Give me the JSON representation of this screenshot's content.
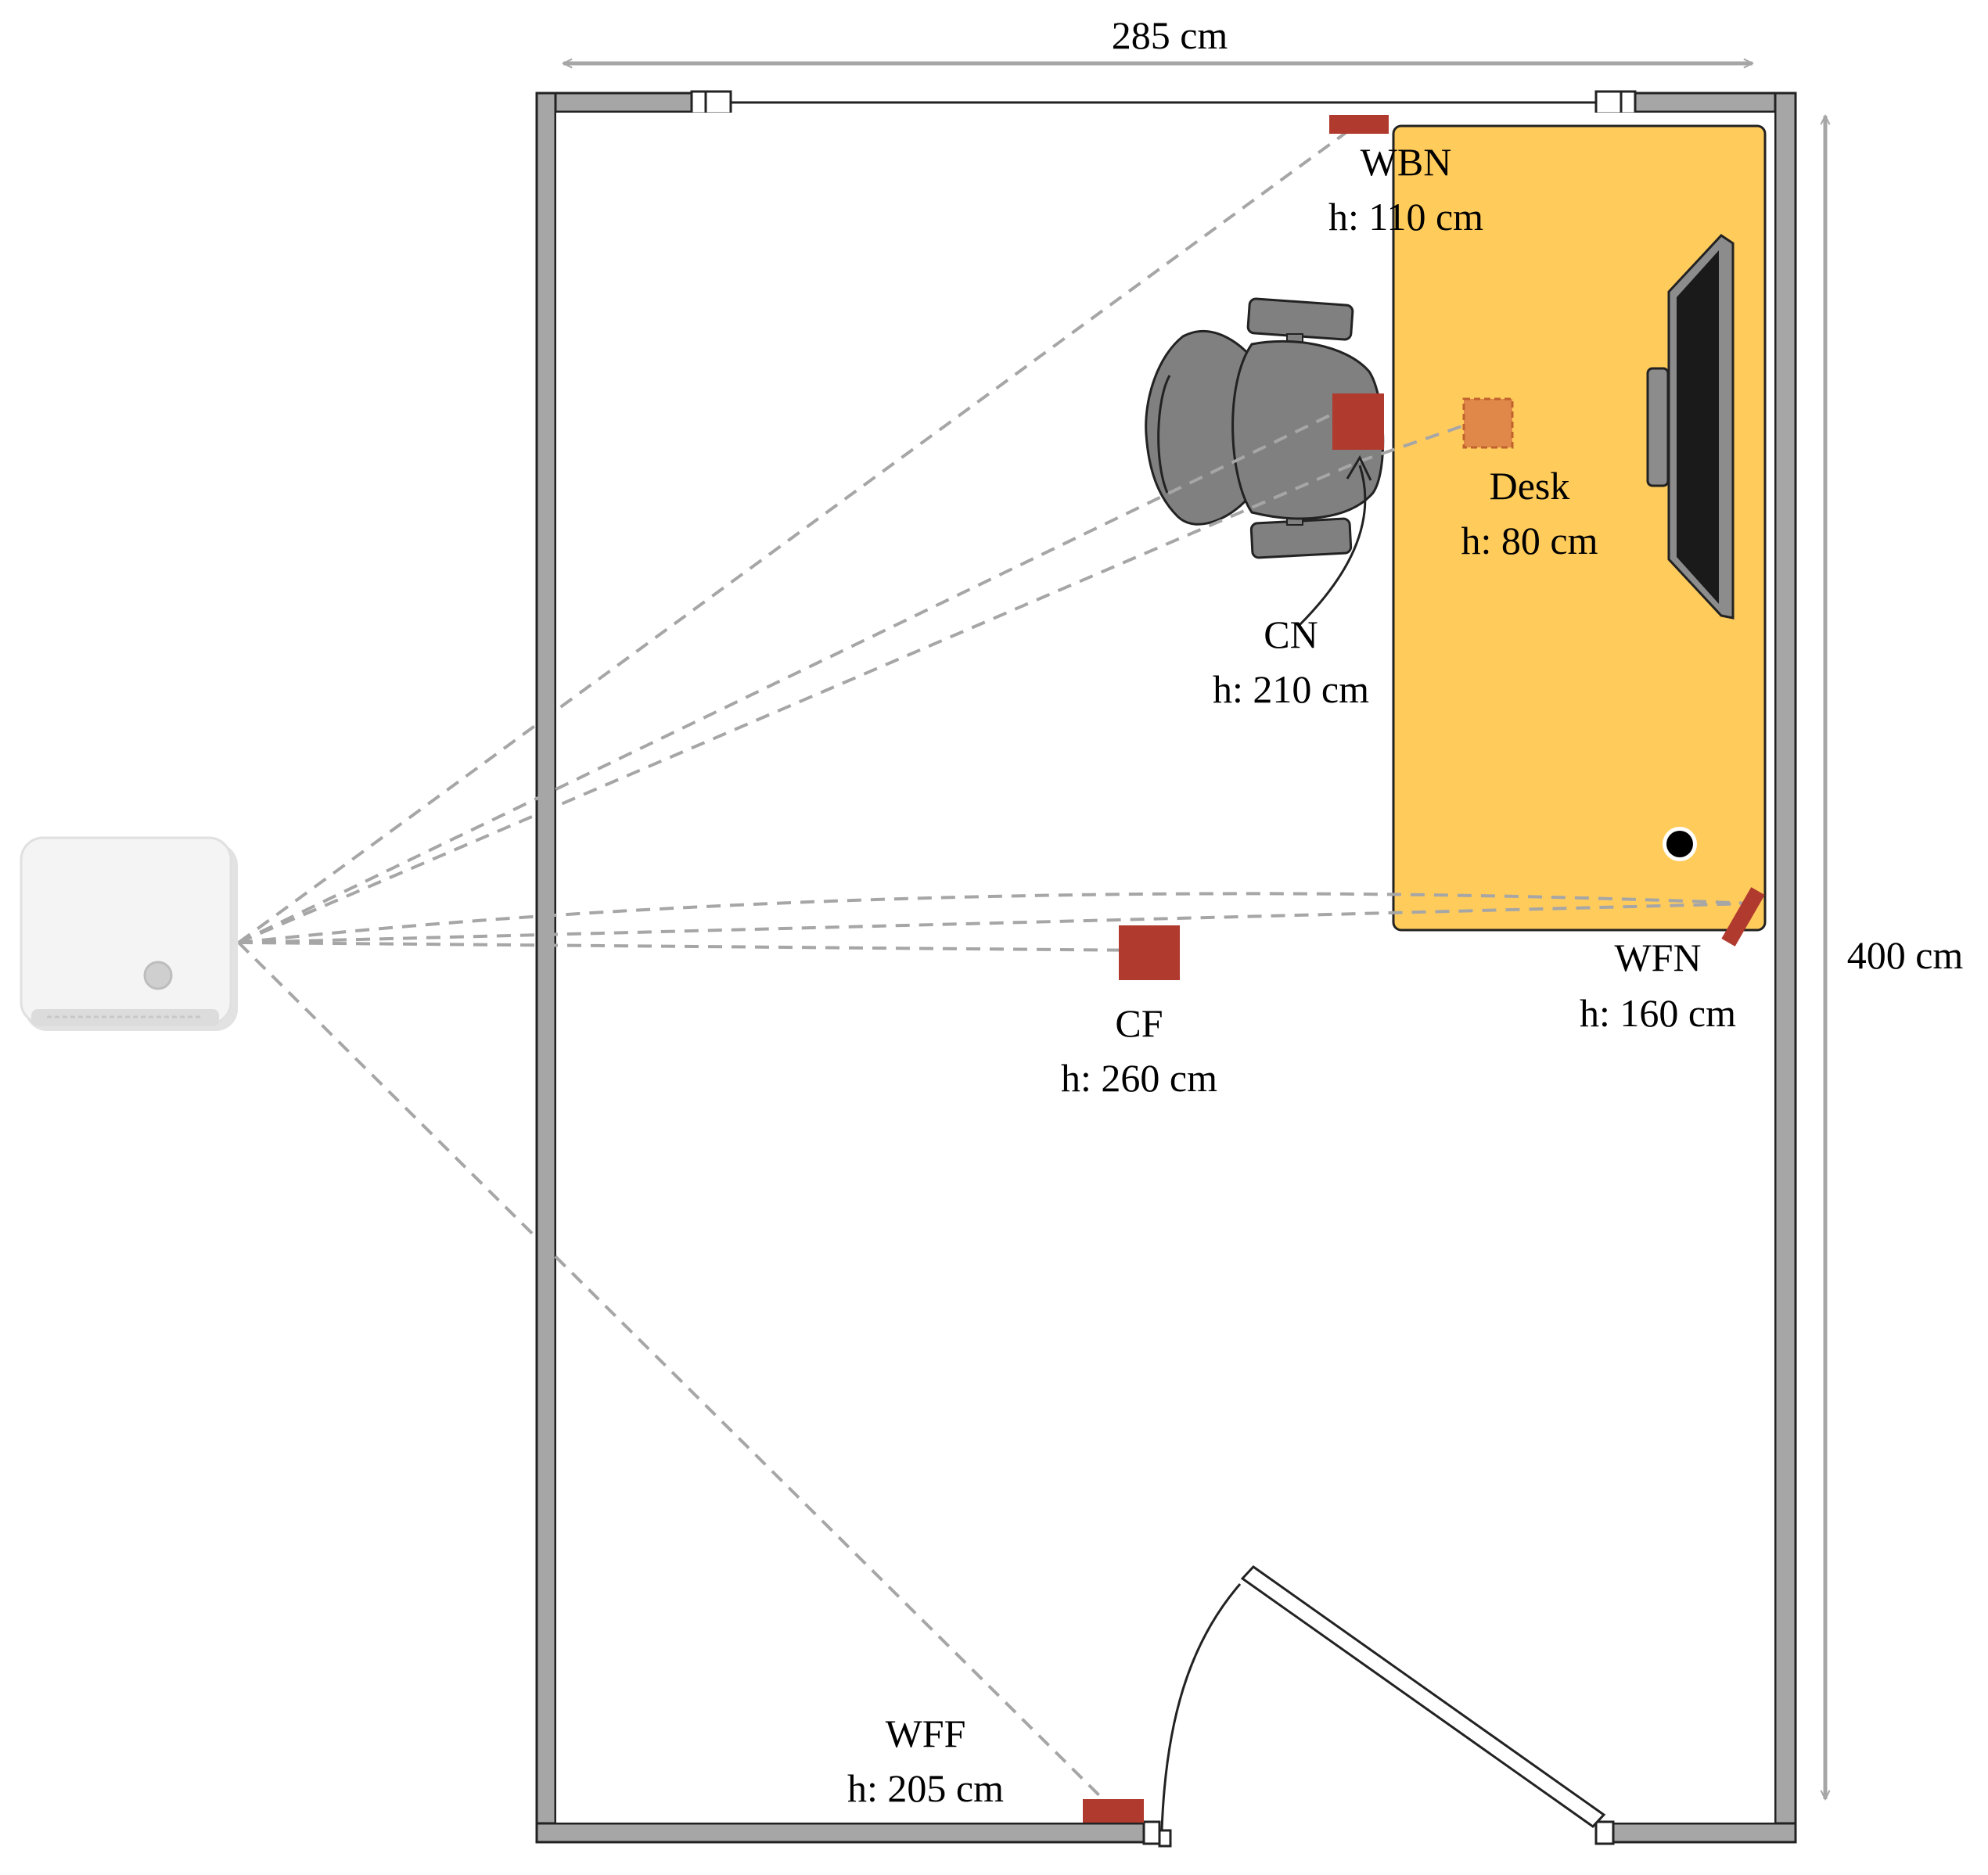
{
  "dimensions": {
    "width_label": "285 cm",
    "height_label": "400 cm"
  },
  "desk": {
    "name": "Desk",
    "height": "h: 80 cm"
  },
  "sensors": {
    "wbn": {
      "name": "WBN",
      "height": "h: 110 cm"
    },
    "cn": {
      "name": "CN",
      "height": "h: 210 cm"
    },
    "cf": {
      "name": "CF",
      "height": "h: 260 cm"
    },
    "wfn": {
      "name": "WFN",
      "height": "h: 160 cm"
    },
    "wff": {
      "name": "WFF",
      "height": "h: 205 cm"
    }
  },
  "colors": {
    "sensor": "#b03a2e",
    "desk": "#ffcc5c",
    "wall": "#a6a6a6",
    "sight_line": "#a6a6a6"
  }
}
